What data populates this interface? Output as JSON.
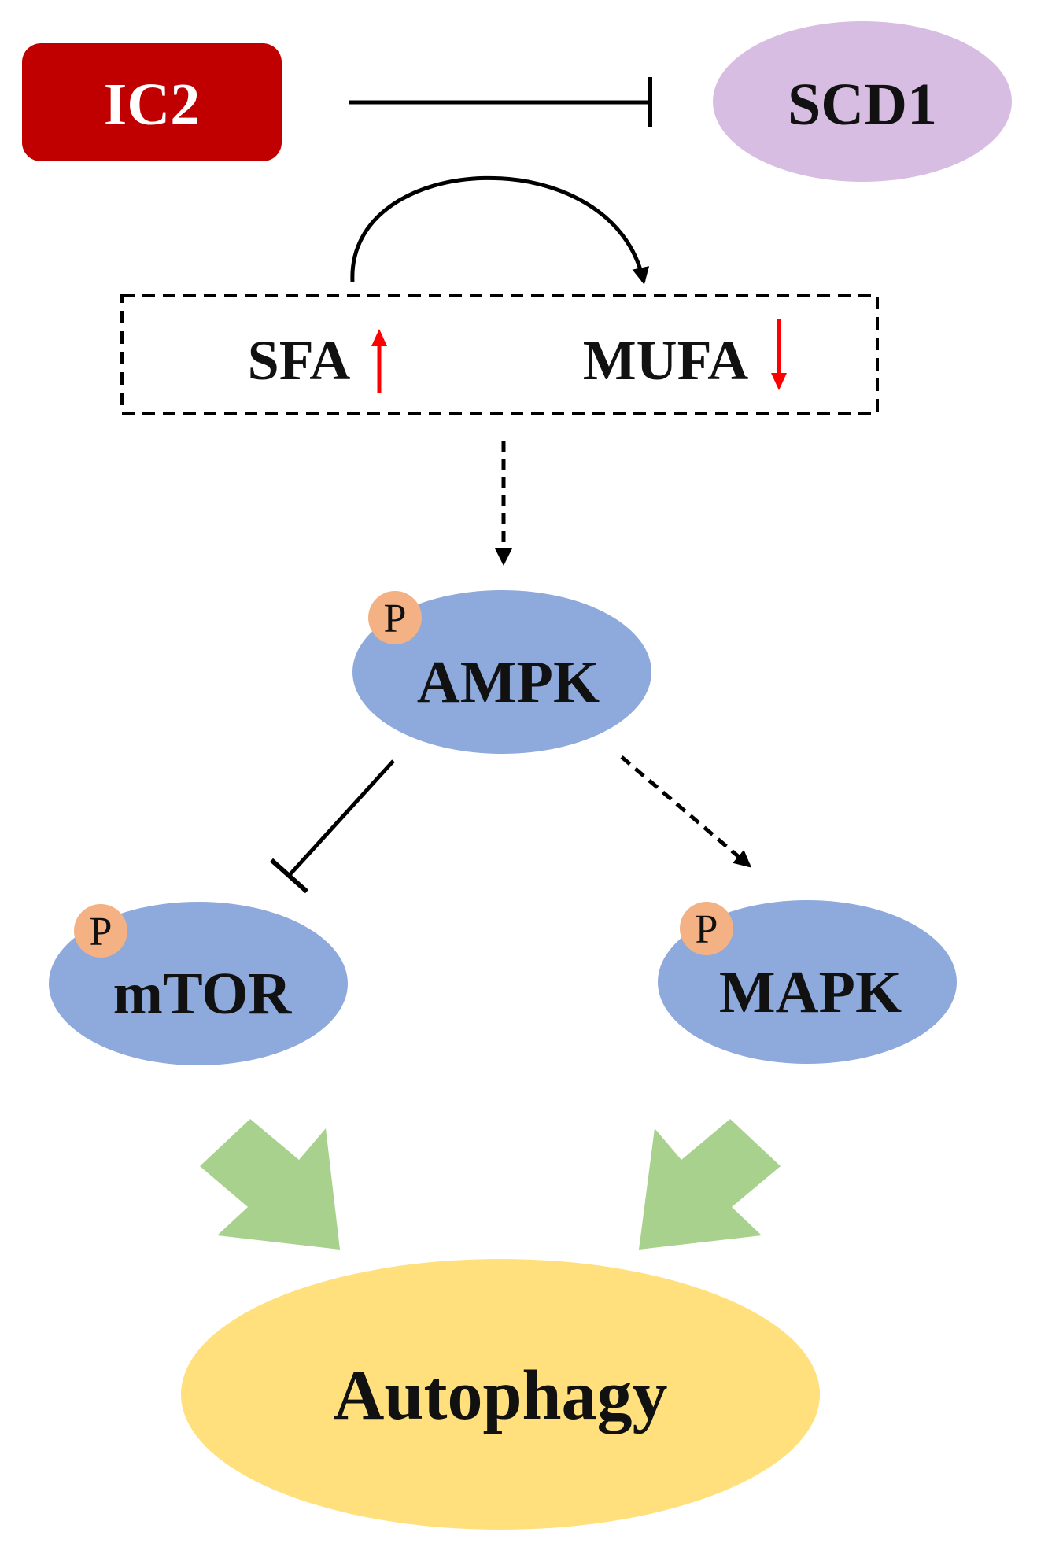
{
  "nodes": {
    "ic2": {
      "label": "IC2",
      "fill": "#c00000",
      "text_color": "#ffffff"
    },
    "scd1": {
      "label": "SCD1",
      "fill": "#d7bde2"
    },
    "sfa": {
      "label": "SFA",
      "trend": "up"
    },
    "mufa": {
      "label": "MUFA",
      "trend": "down"
    },
    "ampk": {
      "label": "AMPK",
      "fill": "#8ea9db",
      "phospho": "P"
    },
    "mtor": {
      "label": "mTOR",
      "fill": "#8ea9db",
      "phospho": "P"
    },
    "mapk": {
      "label": "MAPK",
      "fill": "#8ea9db",
      "phospho": "P"
    },
    "autophagy": {
      "label": "Autophagy",
      "fill": "#ffe07d"
    }
  },
  "colors": {
    "phospho_circle": "#f4b183",
    "trend_arrow": "#ff0000",
    "block_arrow": "#a9d18e",
    "line": "#000000"
  },
  "edges": [
    {
      "from": "IC2",
      "to": "SCD1",
      "type": "inhibit",
      "style": "solid"
    },
    {
      "from": "SFA",
      "to": "MUFA",
      "type": "convert",
      "style": "solid"
    },
    {
      "from": "SFA/MUFA",
      "to": "AMPK",
      "type": "activate",
      "style": "dashed"
    },
    {
      "from": "AMPK",
      "to": "mTOR",
      "type": "inhibit",
      "style": "solid"
    },
    {
      "from": "AMPK",
      "to": "MAPK",
      "type": "activate",
      "style": "dashed"
    },
    {
      "from": "mTOR",
      "to": "Autophagy",
      "type": "leads-to",
      "style": "block"
    },
    {
      "from": "MAPK",
      "to": "Autophagy",
      "type": "leads-to",
      "style": "block"
    }
  ]
}
